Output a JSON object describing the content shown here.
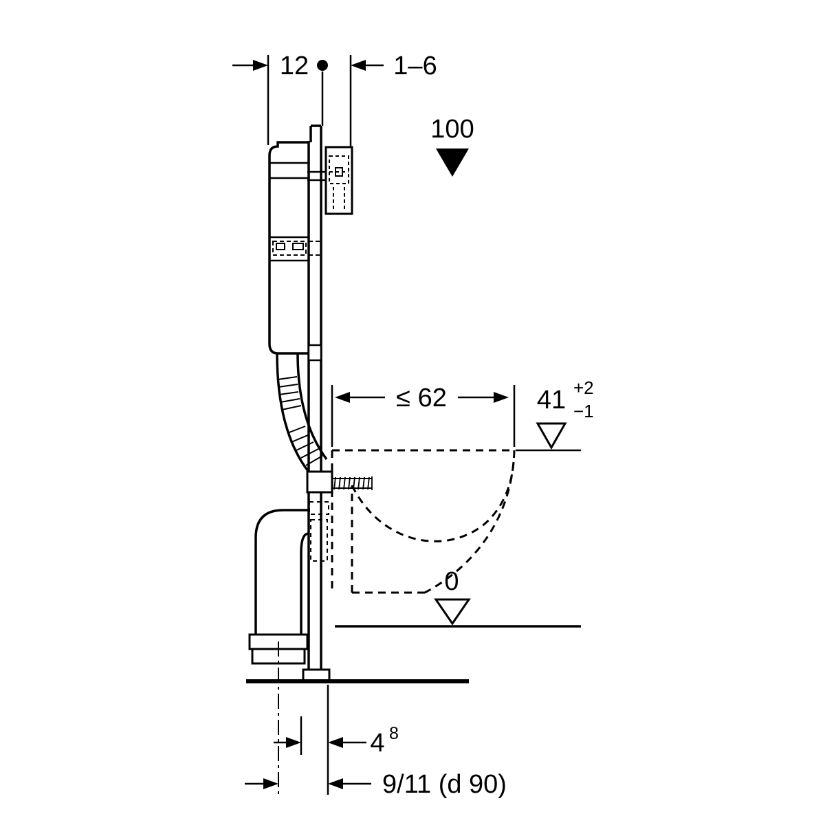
{
  "drawing": {
    "type": "technical-installation-diagram",
    "subject": "wall-mounted WC frame element with concealed cistern, side view with installation dimensions",
    "colors": {
      "line": "#000000",
      "background": "#ffffff"
    },
    "dimensions": {
      "frame_depth": "12",
      "wall_finish_range": "1–6",
      "level_top": "100",
      "pan_depth_max": "≤ 62",
      "pan_height": "41",
      "pan_height_tol_plus": "+2",
      "pan_height_tol_minus": "−1",
      "level_floor": "0",
      "outlet_offset_small": "4",
      "outlet_offset_small_sup": "8",
      "outlet_offset": "9/11 (d 90)"
    }
  }
}
